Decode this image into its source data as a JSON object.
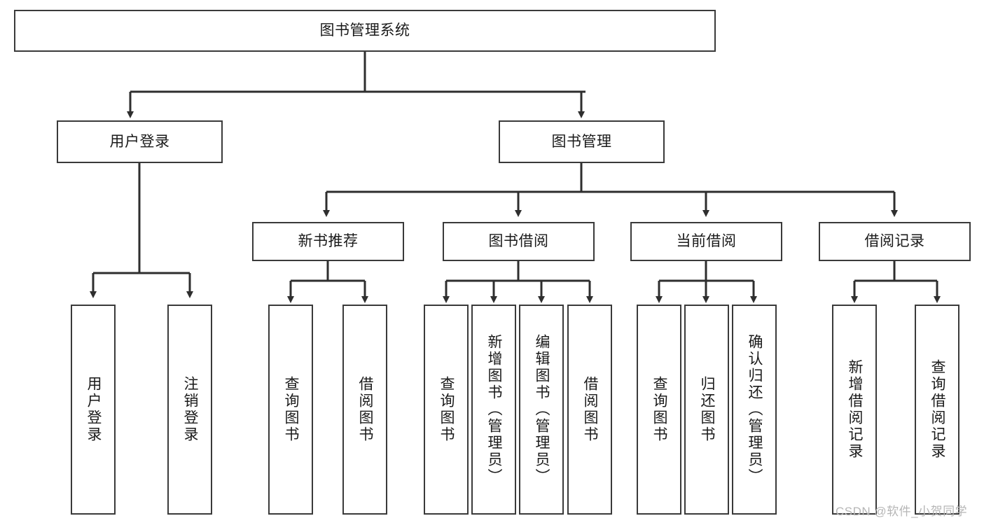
{
  "diagram": {
    "type": "tree-hierarchy-chart",
    "title": "图书管理系统",
    "orientation": "top-down",
    "line_color": "#3a3a3a",
    "background_color": "#ffffff",
    "text_color": "#1a1a1a",
    "levels": 4
  },
  "root": {
    "label": "图书管理系统",
    "orientation": "horizontal"
  },
  "level2": [
    {
      "label": "用户登录",
      "orientation": "horizontal"
    },
    {
      "label": "图书管理",
      "orientation": "horizontal"
    }
  ],
  "level3": [
    {
      "label": "新书推荐",
      "orientation": "horizontal",
      "parent": "图书管理"
    },
    {
      "label": "图书借阅",
      "orientation": "horizontal",
      "parent": "图书管理"
    },
    {
      "label": "当前借阅",
      "orientation": "horizontal",
      "parent": "图书管理"
    },
    {
      "label": "借阅记录",
      "orientation": "horizontal",
      "parent": "图书管理"
    }
  ],
  "leaves": [
    {
      "label": "用户登录",
      "parent": "用户登录",
      "orientation": "vertical"
    },
    {
      "label": "注销登录",
      "parent": "用户登录",
      "orientation": "vertical"
    },
    {
      "label": "查询图书",
      "parent": "新书推荐",
      "orientation": "vertical"
    },
    {
      "label": "借阅图书",
      "parent": "新书推荐",
      "orientation": "vertical"
    },
    {
      "label": "查询图书",
      "parent": "图书借阅",
      "orientation": "vertical"
    },
    {
      "label": "新增图书（管理员）",
      "parent": "图书借阅",
      "orientation": "vertical"
    },
    {
      "label": "编辑图书（管理员）",
      "parent": "图书借阅",
      "orientation": "vertical"
    },
    {
      "label": "借阅图书",
      "parent": "图书借阅",
      "orientation": "vertical"
    },
    {
      "label": "查询图书",
      "parent": "当前借阅",
      "orientation": "vertical"
    },
    {
      "label": "归还图书",
      "parent": "当前借阅",
      "orientation": "vertical"
    },
    {
      "label": "确认归还（管理员）",
      "parent": "当前借阅",
      "orientation": "vertical"
    },
    {
      "label": "新增借阅记录",
      "parent": "借阅记录",
      "orientation": "vertical"
    },
    {
      "label": "查询借阅记录",
      "parent": "借阅记录",
      "orientation": "vertical"
    }
  ],
  "watermark": {
    "text": "CSDN @软件_小贺同学"
  }
}
